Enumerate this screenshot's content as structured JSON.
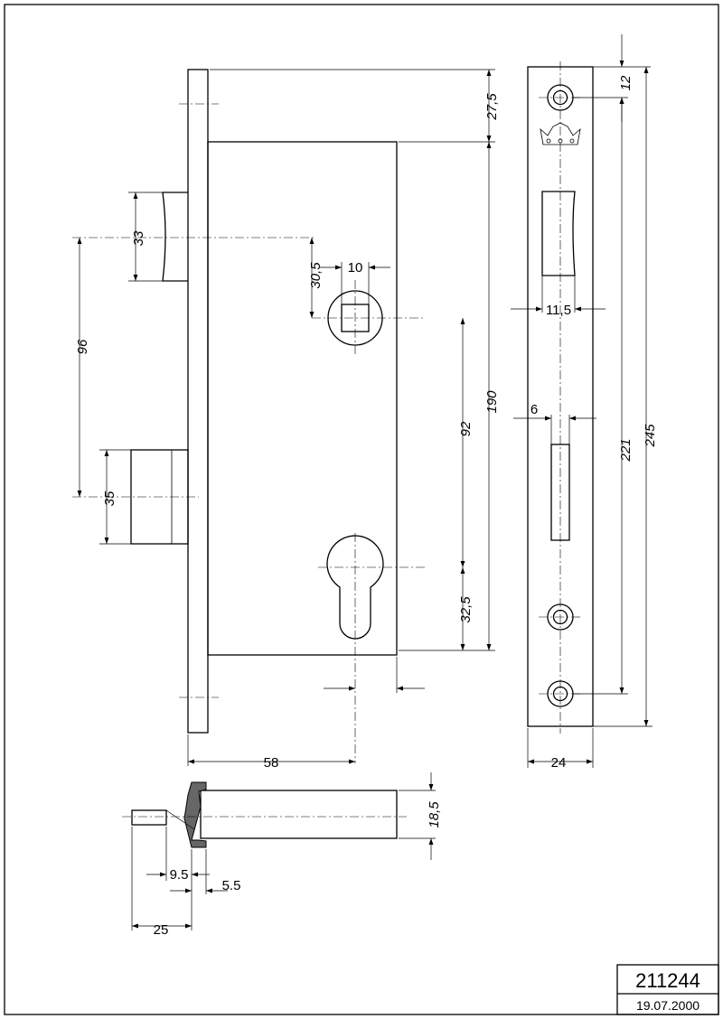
{
  "title_block": {
    "part_number": "211244",
    "date": "19.07.2000"
  },
  "front_view": {
    "dim_top_offset": "27,5",
    "dim_body_height": "190",
    "dim_latch_height": "33",
    "dim_spindle_offset": "30,5",
    "dim_spindle_square": "10",
    "dim_latch_to_bolt": "96",
    "dim_bolt_height": "35",
    "dim_centre_distance": "92",
    "dim_cylinder_offset": "32,5",
    "dim_backset": "58"
  },
  "faceplate_view": {
    "dim_top_hole": "12",
    "dim_latch_slot": "11,5",
    "dim_bolt_slot": "6",
    "dim_hole_spacing": "221",
    "dim_total_length": "245",
    "dim_width": "24"
  },
  "section_view": {
    "dim_case_depth": "18,5",
    "dim_step_a": "9.5",
    "dim_step_b": "5.5",
    "dim_projection": "25"
  }
}
